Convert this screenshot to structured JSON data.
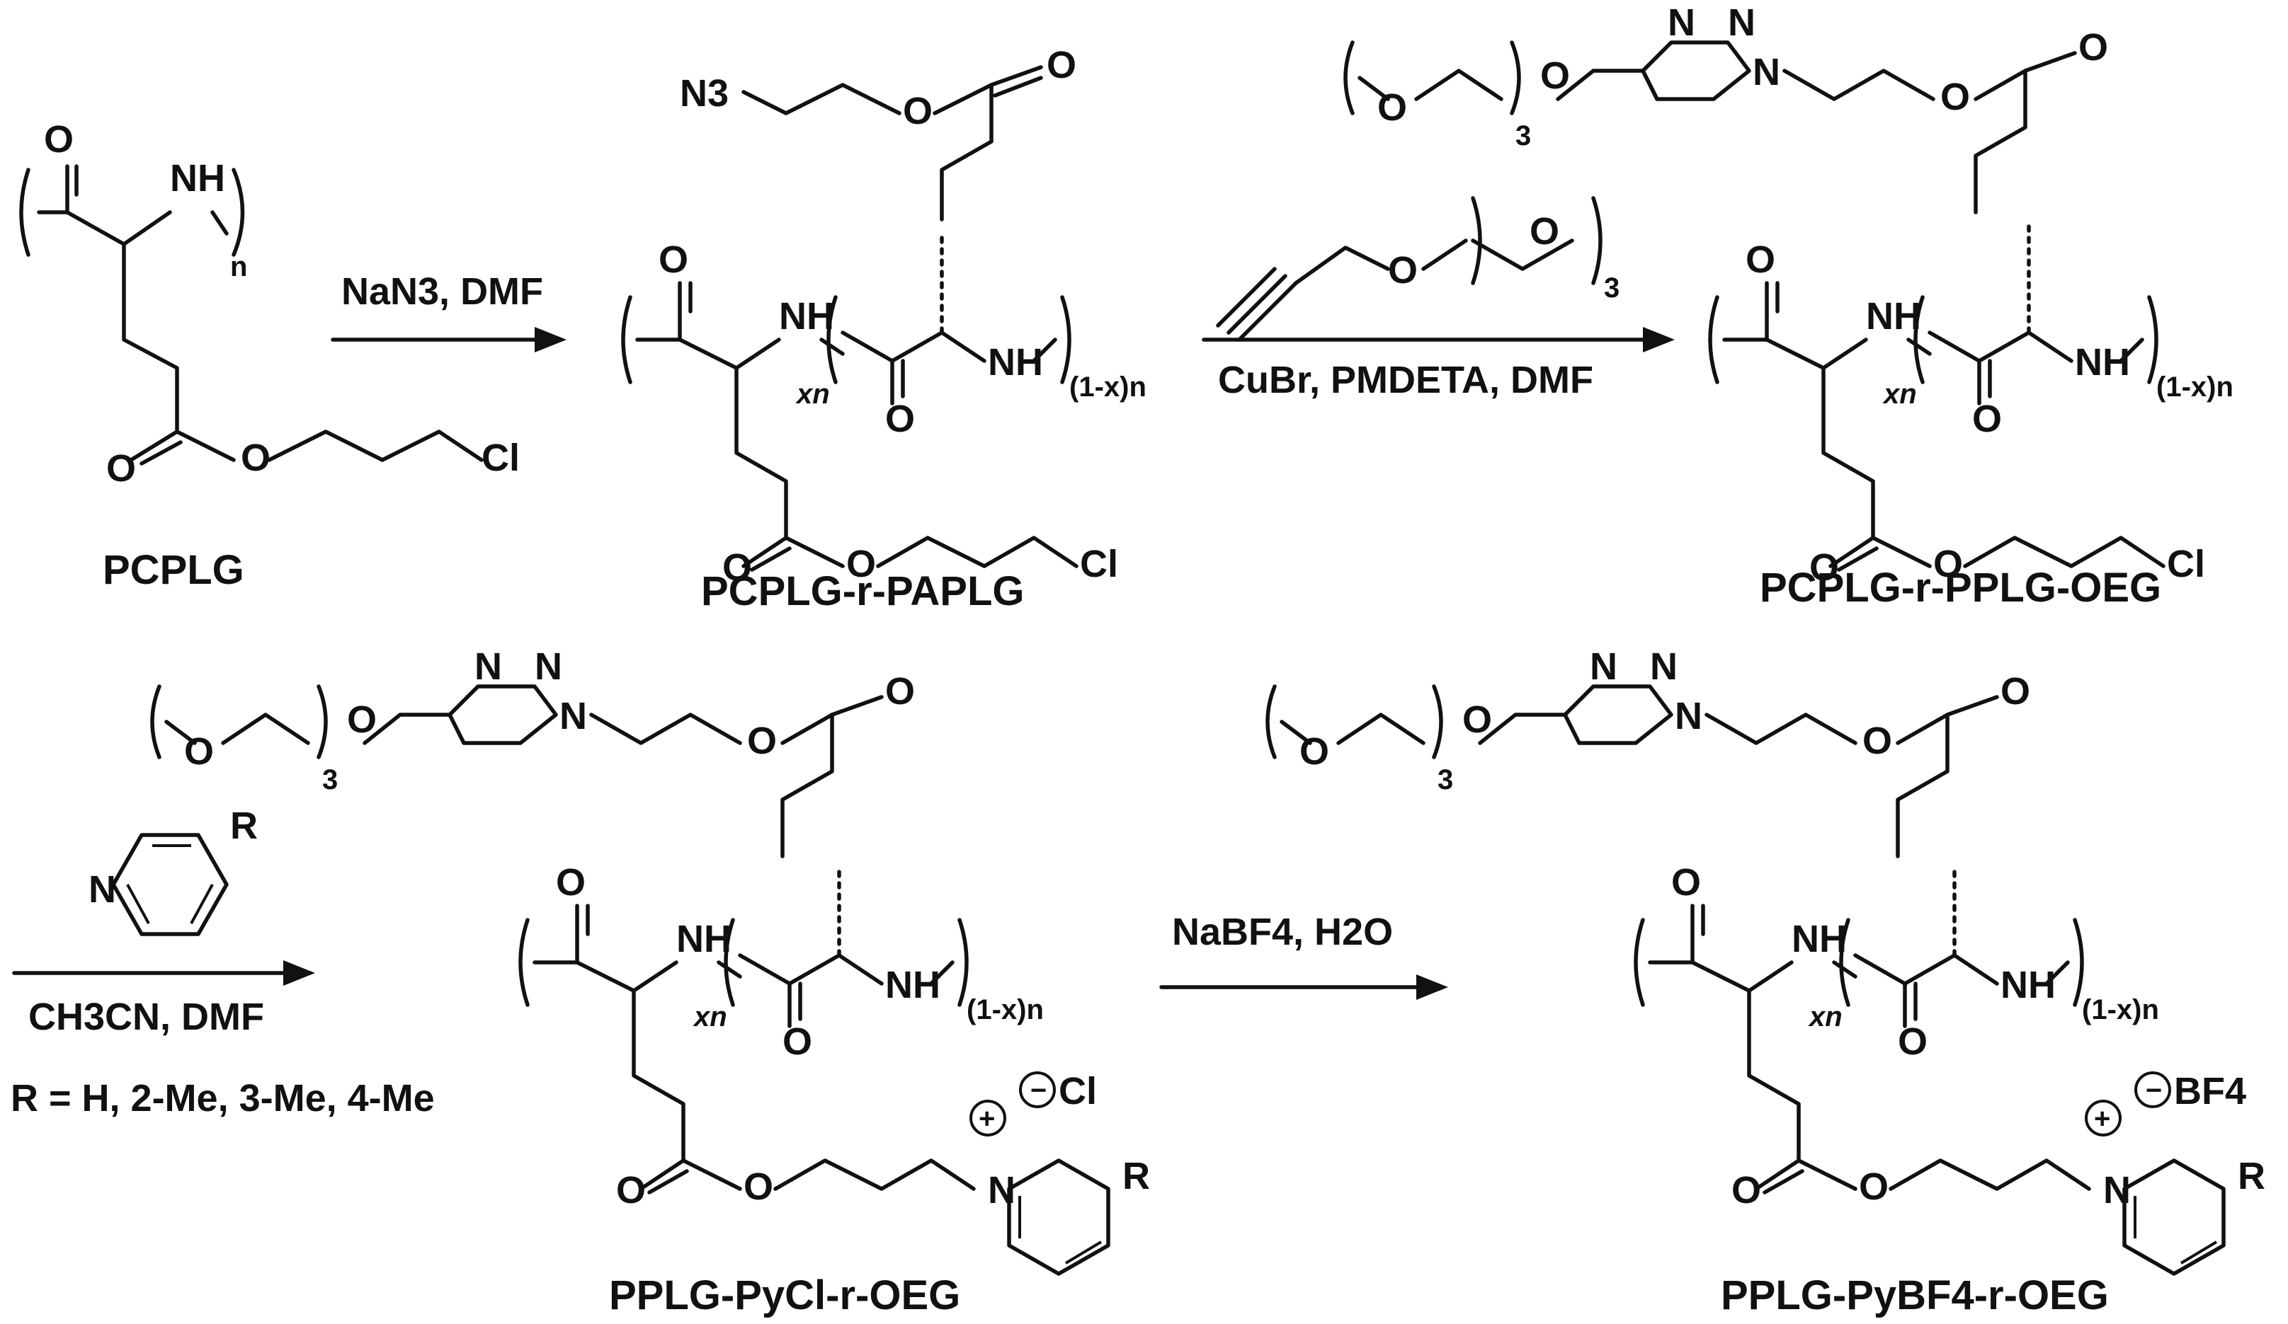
{
  "compounds": {
    "c1": "PCPLG",
    "c2": "PCPLG-r-PAPLG",
    "c3": "PCPLG-r-PPLG-OEG",
    "c4": "PPLG-PyCl-r-OEG",
    "c5": "PPLG-PyBF4-r-OEG"
  },
  "conditions": {
    "step1": "NaN3, DMF",
    "step2_reagent": "O(CH2CH2O)3 propargyl ether",
    "step2": "CuBr, PMDETA, DMF",
    "step3": "CH3CN, DMF",
    "step3_r": "R = H, 2-Me, 3-Me, 4-Me",
    "step4": "NaBF4, H2O"
  },
  "labels": {
    "o": "O",
    "n": "N",
    "nh": "NH",
    "h": "H",
    "cl": "Cl",
    "n3": "N3",
    "r": "R",
    "three": "3",
    "xn": "xn",
    "one_minus_x_n": "(1-x)n",
    "bf4": "BF4",
    "subscript_n": "n"
  }
}
